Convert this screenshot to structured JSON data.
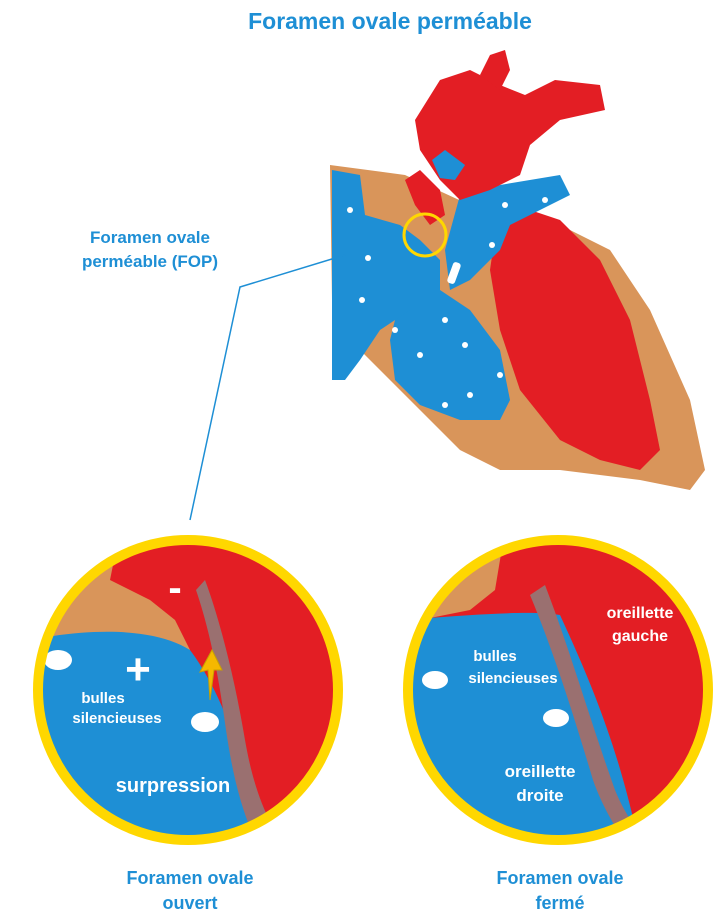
{
  "title": "Foramen ovale perméable",
  "callout": {
    "line1": "Foramen ovale",
    "line2": "perméable (FOP)"
  },
  "left_circle": {
    "minus": "-",
    "plus": "+",
    "bubbles_line1": "bulles",
    "bubbles_line2": "silencieuses",
    "pressure": "surpression",
    "caption_line1": "Foramen ovale",
    "caption_line2": "ouvert"
  },
  "right_circle": {
    "left_atrium_line1": "oreillette",
    "left_atrium_line2": "gauche",
    "bubbles_line1": "bulles",
    "bubbles_line2": "silencieuses",
    "right_atrium_line1": "oreillette",
    "right_atrium_line2": "droite",
    "caption_line1": "Foramen ovale",
    "caption_line2": "fermé"
  },
  "colors": {
    "blue": "#1e8fd5",
    "red": "#e31e24",
    "tan": "#d9955a",
    "ring": "#ffd700",
    "septum": "#9a7070",
    "arrow": "#f5b800"
  }
}
